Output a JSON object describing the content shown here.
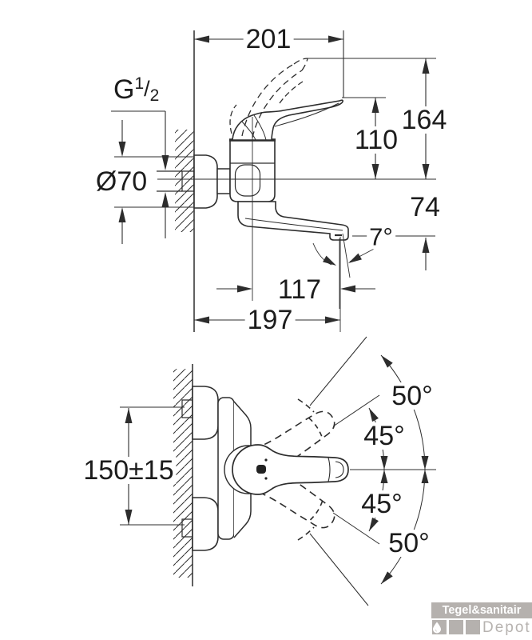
{
  "colors": {
    "line": "#2d2d2d",
    "background": "#ffffff",
    "logo_gray": "#b5b1ae",
    "logo_text": "#ffffff"
  },
  "side_view": {
    "width_201": "201",
    "thread": {
      "g": "G",
      "sup": "1",
      "slash": "/",
      "sub": "2"
    },
    "diameter": "Ø70",
    "height_164": "164",
    "height_110": "110",
    "drop_74": "74",
    "spout_angle": "7°",
    "reach_117": "117",
    "reach_197": "197"
  },
  "plan_view": {
    "mount_distance": "150±15",
    "swing_outer_top": "50°",
    "swing_inner_top": "45°",
    "swing_inner_bottom": "45°",
    "swing_outer_bottom": "50°"
  },
  "logo": {
    "brand": "Tegel&sanitair",
    "sub": "Depot"
  }
}
